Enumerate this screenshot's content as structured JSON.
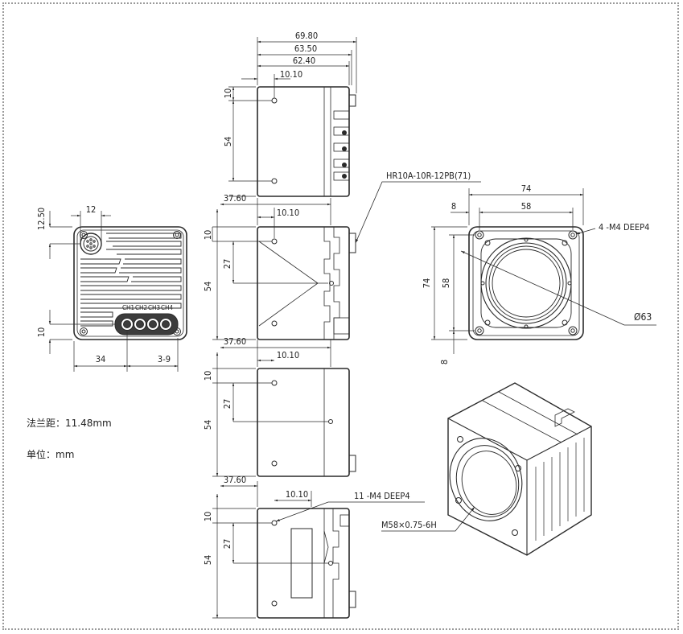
{
  "colors": {
    "line": "#2a2a2a",
    "border": "#9a9a9a",
    "fill_dark": "#3c3c3c",
    "fill_light": "#ffffff"
  },
  "notes": {
    "flange_distance": "法兰距：11.48mm",
    "unit": "单位：mm"
  },
  "front_view": {
    "dim_top_offset": "12.50",
    "dim_connector_width": "12",
    "dim_bottom_offset": "10",
    "dim_bottom_left": "34",
    "dim_bottom_right": "3-9",
    "channel_labels": [
      "CH1",
      "CH2",
      "CH3",
      "CH4"
    ]
  },
  "top_view": {
    "dim_overall": "69.80",
    "dim_body_plus": "63.50",
    "dim_body": "62.40",
    "dim_hole_offset": "10.10",
    "dim_height_top": "10",
    "dim_height_main": "54"
  },
  "side_view_1": {
    "dim_left": "37.60",
    "dim_hole_offset": "10.10",
    "dim_top": "10",
    "dim_mid": "27",
    "dim_height": "54",
    "connector_callout": "HR10A-10R-12PB(71)"
  },
  "side_view_2": {
    "dim_left": "37.60",
    "dim_hole_offset": "10.10",
    "dim_top": "10",
    "dim_mid": "27",
    "dim_height": "54"
  },
  "side_view_3": {
    "dim_left": "37.60",
    "dim_hole_offset": "10.10",
    "dim_top": "10",
    "dim_mid": "27",
    "dim_height": "54",
    "hole_callout": "11 -M4 DEEP4"
  },
  "lens_mount_view": {
    "dim_width": "74",
    "dim_hole_pitch": "58",
    "dim_edge": "8",
    "dim_height": "74",
    "dim_height_pitch": "58",
    "dim_edge_bottom": "8",
    "hole_callout": "4 -M4 DEEP4",
    "bore_diameter": "Ø63"
  },
  "iso_view": {
    "thread_callout": "M58×0.75-6H"
  }
}
